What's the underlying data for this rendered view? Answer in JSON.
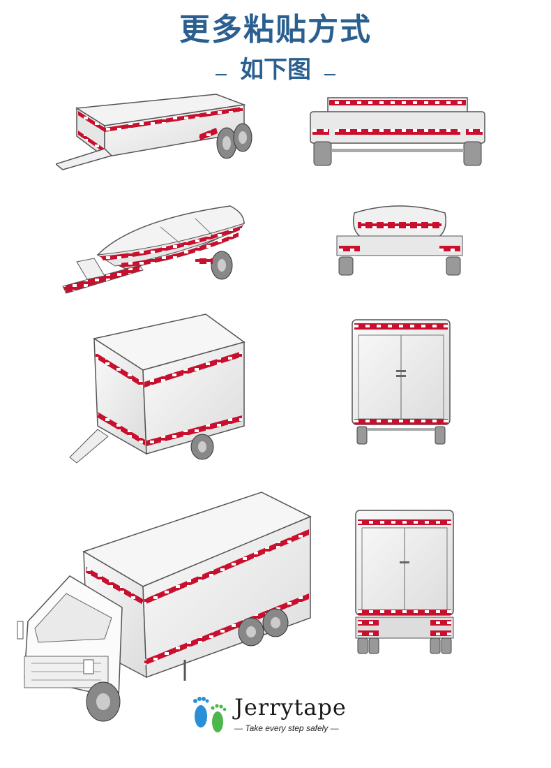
{
  "header": {
    "title": "更多粘贴方式",
    "subtitle": "如下图"
  },
  "brand": {
    "name": "Jerrytape",
    "slogan": "— Take every step safely —"
  },
  "colors": {
    "title": "#2a5f8f",
    "stripe_red": "#c8102e",
    "stripe_white": "#ffffff",
    "body_fill": "#ececec",
    "outline": "#555555"
  },
  "illustrations": [
    {
      "name": "flat-trailer-side-illustration"
    },
    {
      "name": "flat-trailer-rear-illustration"
    },
    {
      "name": "boat-trailer-side-illustration"
    },
    {
      "name": "boat-trailer-rear-illustration"
    },
    {
      "name": "box-trailer-side-illustration"
    },
    {
      "name": "box-trailer-rear-illustration"
    },
    {
      "name": "box-truck-side-illustration"
    },
    {
      "name": "box-truck-rear-illustration"
    }
  ]
}
